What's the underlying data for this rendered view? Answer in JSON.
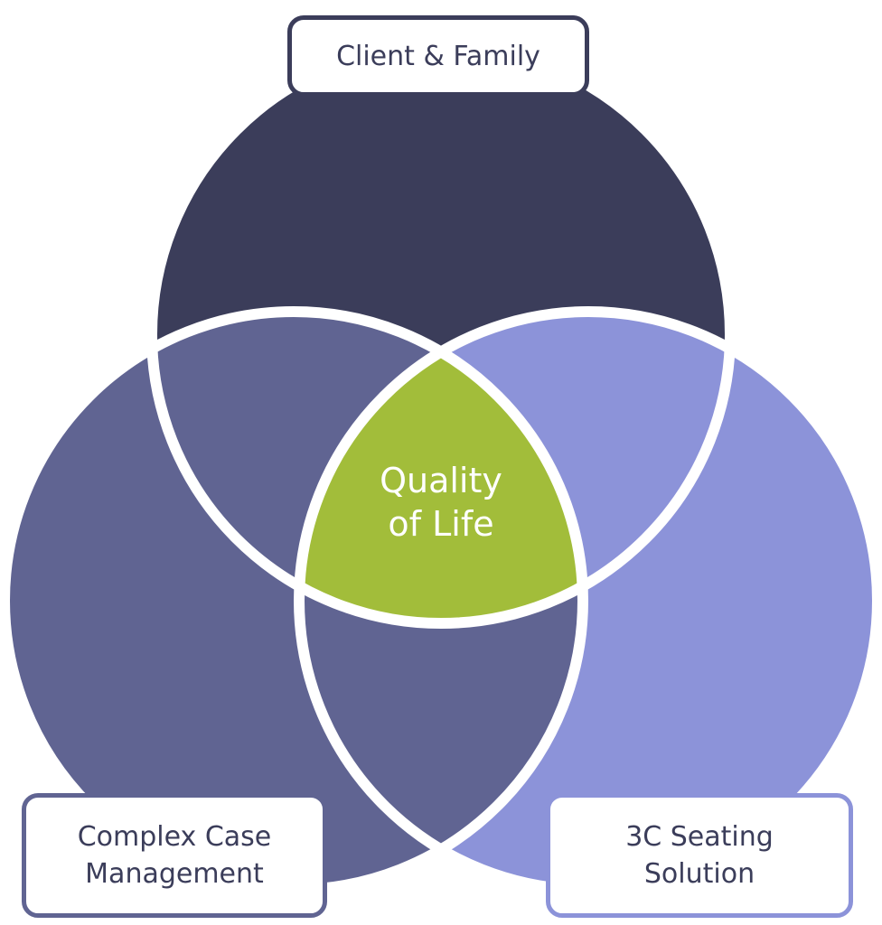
{
  "diagram": {
    "circles": [
      {
        "id": "client-family",
        "label": "Client & Family",
        "color": "#3b3d5a"
      },
      {
        "id": "complex-case-management",
        "label": "Complex Case\nManagement",
        "color": "#606492"
      },
      {
        "id": "3c-seating-solution",
        "label": "3C Seating\nSolution",
        "color": "#8c93d9"
      }
    ],
    "intersections": {
      "client_and_case": {
        "color": "#606492"
      },
      "client_and_seating": {
        "color": "#8c93d9"
      },
      "case_and_seating": {
        "color": "#606492"
      },
      "all_three": {
        "label": "Quality\nof Life",
        "color": "#a2bd3a"
      }
    },
    "outline_color": "#ffffff"
  }
}
